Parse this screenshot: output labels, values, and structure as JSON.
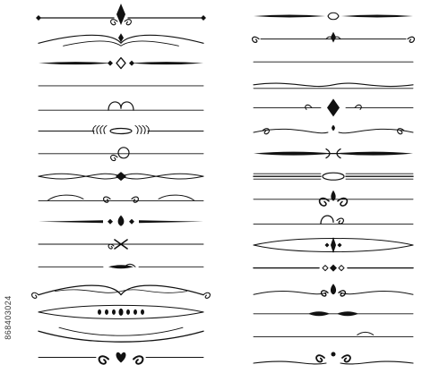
{
  "image_id_text": "868403024",
  "colors": {
    "ink": "#111111",
    "background": "#ffffff"
  },
  "dividers": {
    "left": [
      {
        "style": "fleur-diamond-top"
      },
      {
        "style": "swash-double-arch"
      },
      {
        "style": "diamond-studs"
      },
      {
        "style": "thin-line"
      },
      {
        "style": "center-loops"
      },
      {
        "style": "feather-ellipse"
      },
      {
        "style": "loop-ring"
      },
      {
        "style": "crossing-waves-diamond"
      },
      {
        "style": "curl-waves"
      },
      {
        "style": "fleuron-bar"
      },
      {
        "style": "x-knot"
      },
      {
        "style": "leaf-sprig"
      },
      {
        "style": "wide-swash-arch"
      },
      {
        "style": "dotted-eye"
      },
      {
        "style": "double-swash-bowl"
      },
      {
        "style": "heart-scrolls"
      }
    ],
    "right": [
      {
        "style": "tapered-ornament"
      },
      {
        "style": "curl-ends-fleur"
      },
      {
        "style": "thin-line"
      },
      {
        "style": "wave-swash"
      },
      {
        "style": "hearts-diamond"
      },
      {
        "style": "spiral-sprig"
      },
      {
        "style": "bold-taper-knot"
      },
      {
        "style": "triple-line-oval"
      },
      {
        "style": "fleur-scroll"
      },
      {
        "style": "hook-loops"
      },
      {
        "style": "lens-fleur"
      },
      {
        "style": "diamond-chain"
      },
      {
        "style": "curl-drop"
      },
      {
        "style": "bold-lens-drops"
      },
      {
        "style": "thin-line-swash"
      },
      {
        "style": "wing-scrolls"
      }
    ]
  }
}
